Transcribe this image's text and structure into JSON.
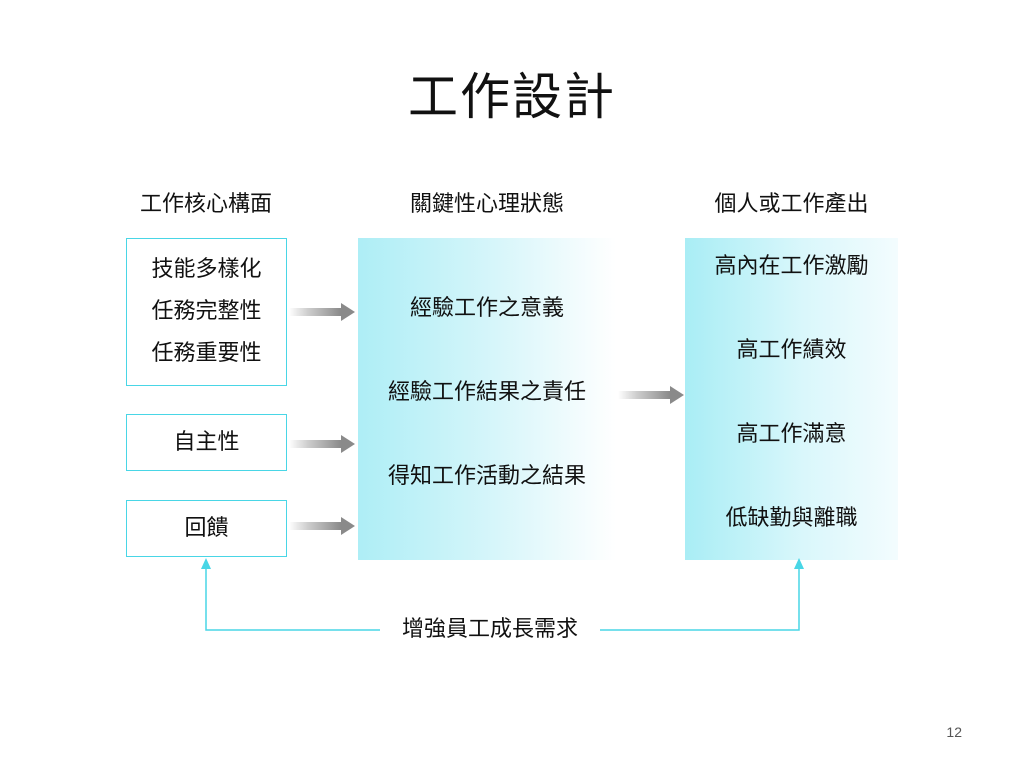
{
  "title": "工作設計",
  "columns": {
    "core": "工作核心構面",
    "states": "關鍵性心理狀態",
    "outcomes": "個人或工作產出"
  },
  "core_dimensions": {
    "group1": [
      "技能多樣化",
      "任務完整性",
      "任務重要性"
    ],
    "group2": "自主性",
    "group3": "回饋"
  },
  "psych_states": [
    "經驗工作之意義",
    "經驗工作結果之責任",
    "得知工作活動之結果"
  ],
  "outcomes": [
    "高內在工作激勵",
    "高工作績效",
    "高工作滿意",
    "低缺勤與離職"
  ],
  "feedback_label": "增強員工成長需求",
  "page_number": "12",
  "colors": {
    "box_border": "#49d6e6",
    "panel_fill": "#aeeef6",
    "feedback_line": "#49d6e6",
    "arrow": "#8a8a8a"
  }
}
